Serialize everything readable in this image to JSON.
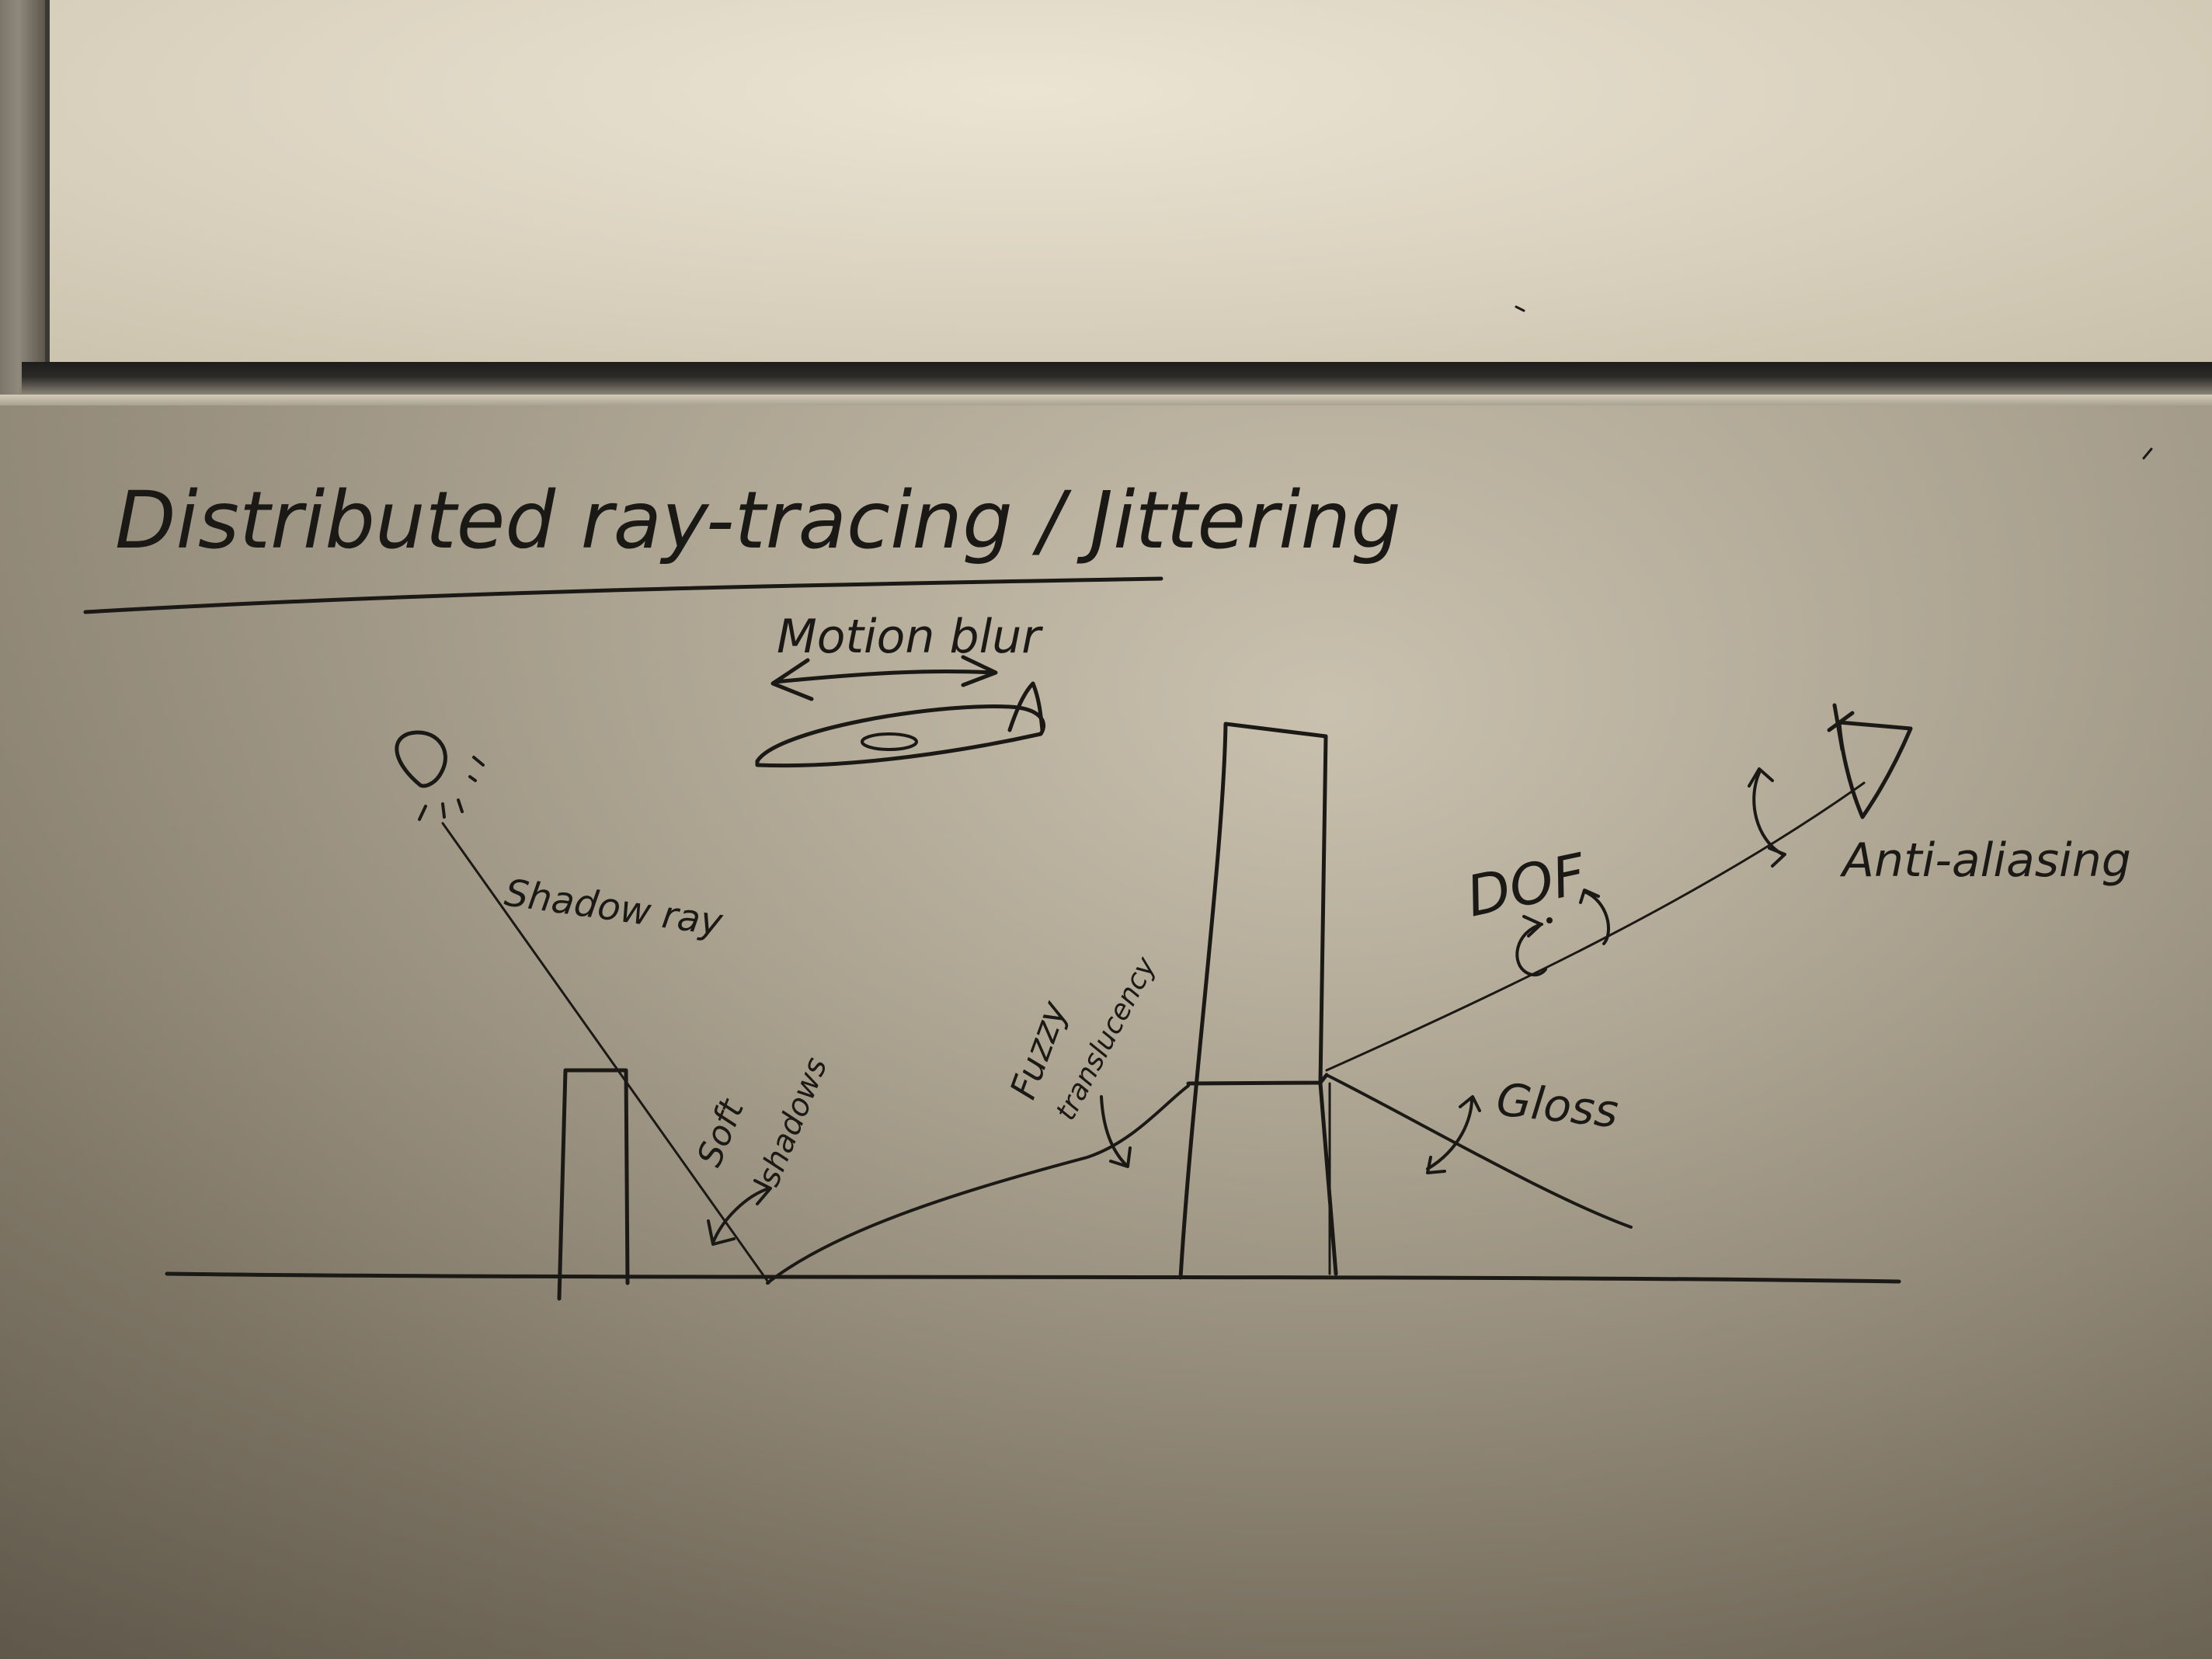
{
  "board": {
    "title": "Distributed ray-tracing / Jittering",
    "motion_blur_label": "Motion blur",
    "shadow_ray_label": "Shadow ray",
    "soft_label": "Soft",
    "shadows_label": "shadows",
    "fuzzy_label": "Fuzzy",
    "translucency_label": "translucency",
    "dof_label": "DOF",
    "anti_aliasing_label": "Anti-aliasing",
    "gloss_label": "Gloss"
  },
  "colors": {
    "ink": "#1b1916",
    "upper_board": "#e6dfcd",
    "lower_board": "#a39b88",
    "tray": "#232220"
  }
}
